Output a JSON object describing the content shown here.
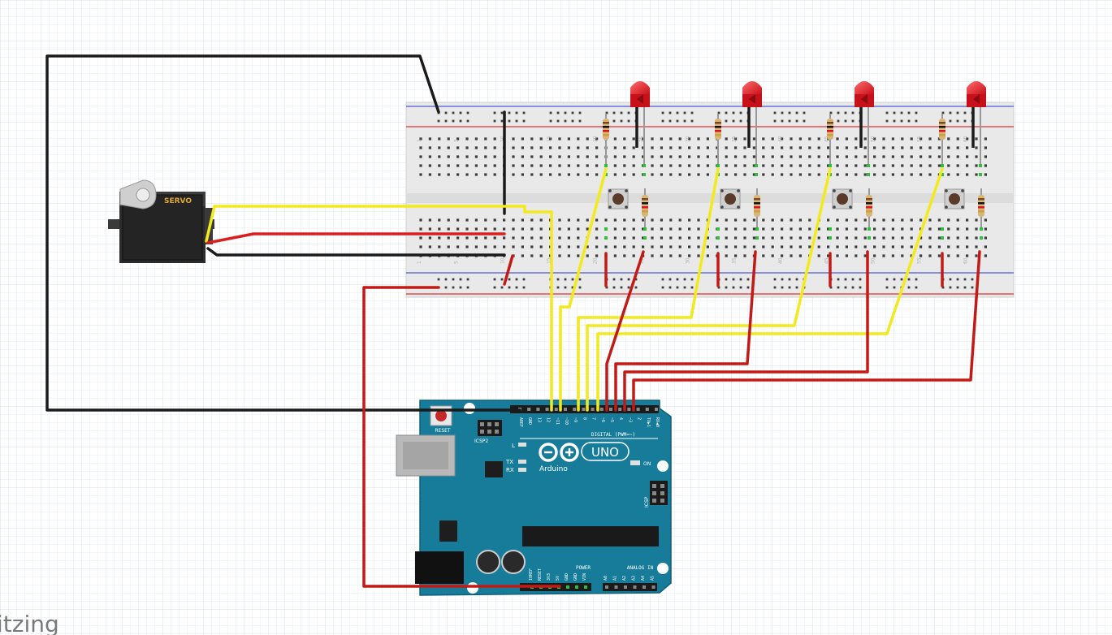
{
  "app": {
    "watermark": "itzing"
  },
  "colors": {
    "grid": "#dfe8f0",
    "wire_black": "#1a1a1a",
    "wire_red": "#c21b17",
    "wire_yellow": "#f2ea1d",
    "arduino": "#167c99",
    "led": "#e8202a",
    "breadboard": "#ececec"
  },
  "servo": {
    "label": "SERVO"
  },
  "arduino": {
    "model": "UNO",
    "brand": "Arduino",
    "reset_label": "RESET",
    "icsp2_label": "ICSP2",
    "icsp_label": "ICSP",
    "on_label": "ON",
    "l_label": "L",
    "tx_label": "TX",
    "rx_label": "RX",
    "digital_label": "DIGITAL (PWM=~)",
    "power_label": "POWER",
    "analog_label": "ANALOG IN",
    "digital_pins": [
      "AREF",
      "GND",
      "13",
      "12",
      "~11",
      "~10",
      "~9",
      "8",
      "7",
      "~6",
      "~5",
      "4",
      "~3",
      "2",
      "TX▶1",
      "RX◀0"
    ],
    "power_pins": [
      "IOREF",
      "RESET",
      "3V3",
      "5V",
      "GND",
      "GND",
      "VIN"
    ],
    "analog_pins": [
      "A0",
      "A1",
      "A2",
      "A3",
      "A4",
      "A5"
    ]
  },
  "breadboard": {
    "column_numbers": [
      "1",
      "5",
      "10",
      "15",
      "20",
      "25",
      "30",
      "35",
      "40",
      "45",
      "50",
      "55",
      "60"
    ],
    "row_letters_top": [
      "j",
      "i",
      "h",
      "g",
      "f"
    ],
    "row_letters_bottom": [
      "e",
      "d",
      "c",
      "b",
      "a"
    ]
  },
  "components": {
    "leds": 4,
    "buttons": 4,
    "resistors": 8
  }
}
